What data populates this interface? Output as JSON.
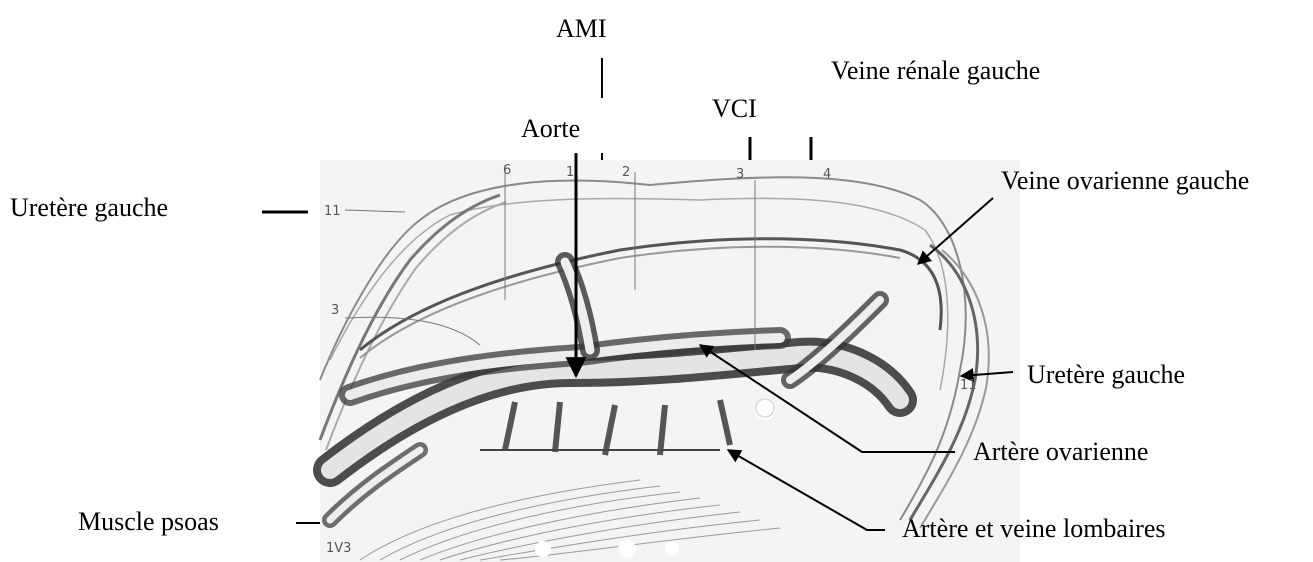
{
  "labels": {
    "ami": "AMI",
    "veine_renale_gauche": "Veine rénale gauche",
    "vci": "VCI",
    "aorte": "Aorte",
    "veine_ovarienne_gauche": "Veine ovarienne gauche",
    "uretere_gauche_left": "Uretère gauche",
    "uretere_gauche_right": "Uretère gauche",
    "artere_ovarienne": "Artère ovarienne",
    "muscle_psoas": "Muscle psoas",
    "artere_veine_lombaires": "Artère et veine lombaires"
  },
  "figure_numbers": {
    "n6": "6",
    "n1": "1",
    "n2": "2",
    "n3_top": "3",
    "n4": "4",
    "n11_left": "11",
    "n3_left": "3",
    "n11_right": "11",
    "n1v": "1V3"
  },
  "colors": {
    "ink": "#000000",
    "drawing": "#6e6e6e",
    "shade": "#c8c8c8",
    "background": "#ffffff"
  }
}
